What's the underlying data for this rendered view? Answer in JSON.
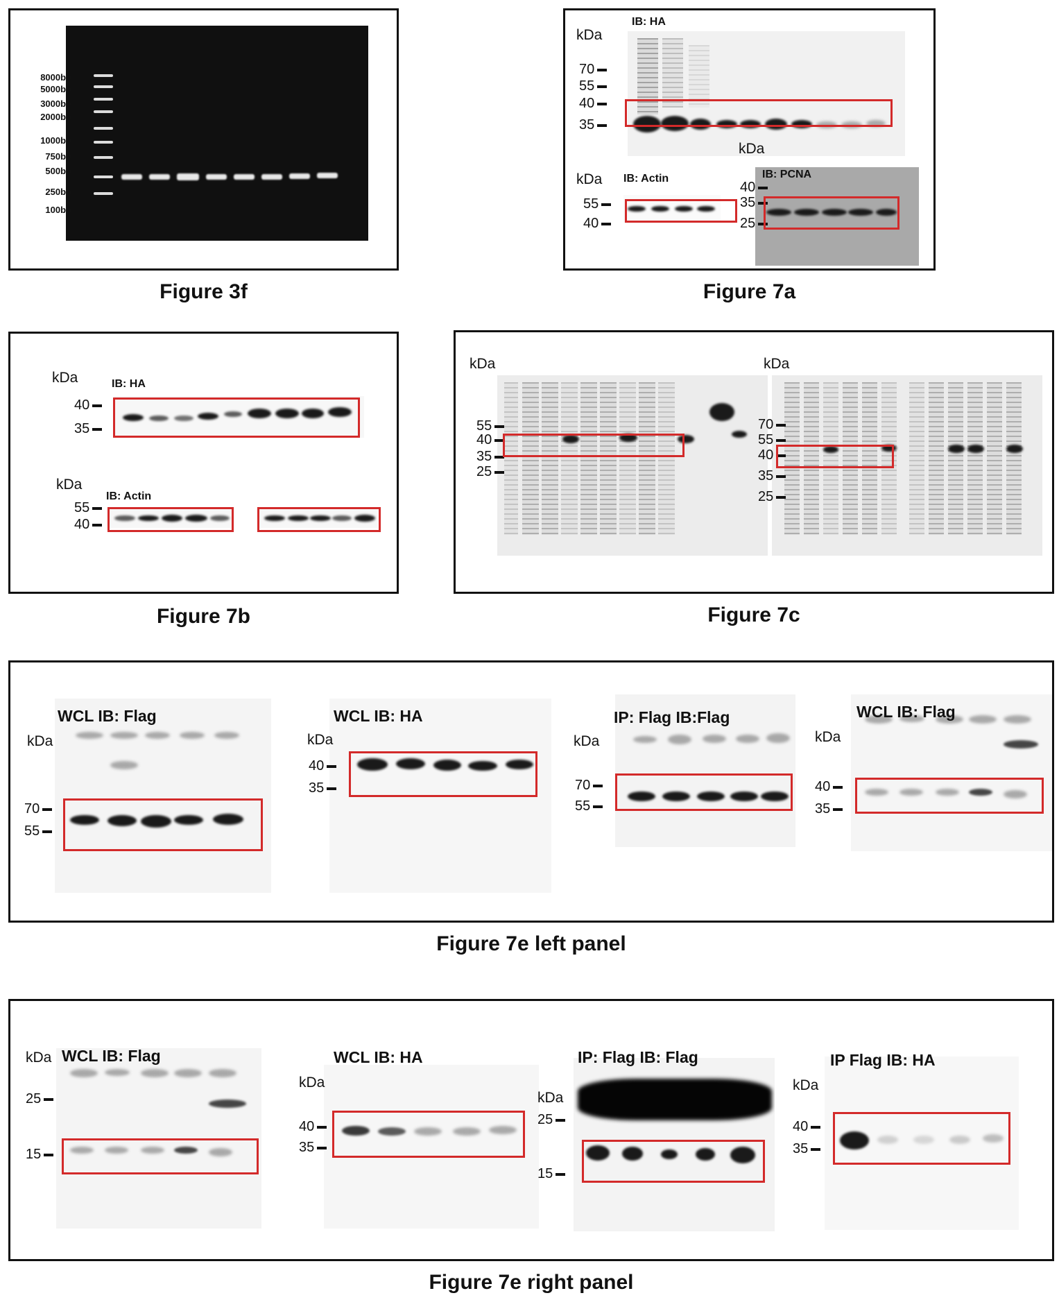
{
  "fig3f": {
    "caption": "Figure 3f",
    "ladder": [
      "8000bp",
      "5000bp",
      "3000bp",
      "2000bp",
      "1000bp",
      "750bp",
      "500bp",
      "250bp",
      "100bp"
    ]
  },
  "fig7a": {
    "caption": "Figure 7a",
    "kda": "kDa",
    "ib_ha": "IB: HA",
    "ib_actin": "IB: Actin",
    "ib_pcna": "IB: PCNA",
    "markers_ha": [
      "70",
      "55",
      "40",
      "35"
    ],
    "markers_actin": [
      "55",
      "40"
    ],
    "markers_pcna": [
      "40",
      "35",
      "25"
    ]
  },
  "fig7b": {
    "caption": "Figure 7b",
    "kda": "kDa",
    "ib_ha": "IB: HA",
    "ib_actin": "IB: Actin",
    "markers_ha": [
      "40",
      "35"
    ],
    "markers_actin": [
      "55",
      "40"
    ]
  },
  "fig7c": {
    "caption": "Figure 7c",
    "kda": "kDa",
    "markers_left": [
      "55",
      "40",
      "35",
      "25"
    ],
    "markers_right": [
      "70",
      "55",
      "40",
      "35",
      "25"
    ]
  },
  "fig7e_left": {
    "caption": "Figure 7e left panel",
    "kda": "kDa",
    "p1": {
      "title": "WCL IB: Flag",
      "markers": [
        "70",
        "55"
      ]
    },
    "p2": {
      "title": "WCL IB: HA",
      "markers": [
        "40",
        "35"
      ]
    },
    "p3": {
      "title": "IP: Flag IB:Flag",
      "markers": [
        "70",
        "55"
      ]
    },
    "p4": {
      "title": "WCL IB: Flag",
      "markers": [
        "40",
        "35"
      ]
    }
  },
  "fig7e_right": {
    "caption": "Figure 7e right panel",
    "kda": "kDa",
    "p1": {
      "title": "WCL IB: Flag",
      "markers": [
        "25",
        "15"
      ]
    },
    "p2": {
      "title": "WCL IB: HA",
      "markers": [
        "40",
        "35"
      ]
    },
    "p3": {
      "title": "IP: Flag IB: Flag",
      "markers": [
        "25",
        "15"
      ]
    },
    "p4": {
      "title": "IP Flag IB: HA",
      "markers": [
        "40",
        "35"
      ]
    }
  }
}
